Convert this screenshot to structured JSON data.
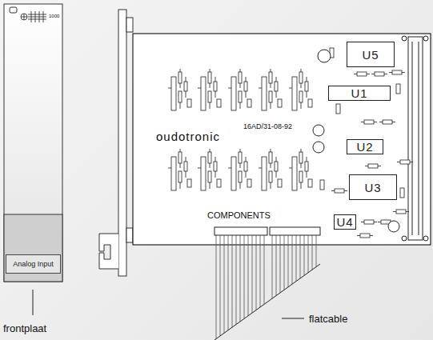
{
  "diagram": {
    "nodes": [
      {
        "text": [
          "Analog Input"
        ]
      },
      {
        "text": [
          "U5"
        ]
      },
      {
        "text": [
          "U1"
        ]
      },
      {
        "text": [
          "U2"
        ]
      },
      {
        "text": [
          "U3"
        ]
      },
      {
        "text": [
          "U4"
        ]
      }
    ],
    "labels": [
      "1000",
      "oudotronic",
      "16AD/31-08-92",
      "COMPONENTS",
      "frontplaat",
      "flatcable"
    ]
  }
}
